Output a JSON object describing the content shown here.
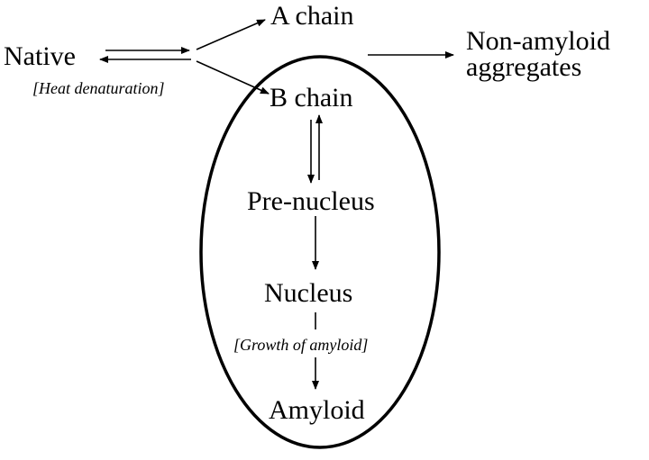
{
  "nodes": {
    "native": "Native",
    "a_chain": "A chain",
    "b_chain": "B chain",
    "non_amyloid_line1": "Non-amyloid",
    "non_amyloid_line2": "aggregates",
    "pre_nucleus": "Pre-nucleus",
    "nucleus": "Nucleus",
    "amyloid": "Amyloid"
  },
  "annotations": {
    "heat_denaturation": "[Heat denaturation]",
    "growth_of_amyloid": "[Growth of amyloid]"
  },
  "colors": {
    "ink": "#000000",
    "background": "#ffffff"
  }
}
